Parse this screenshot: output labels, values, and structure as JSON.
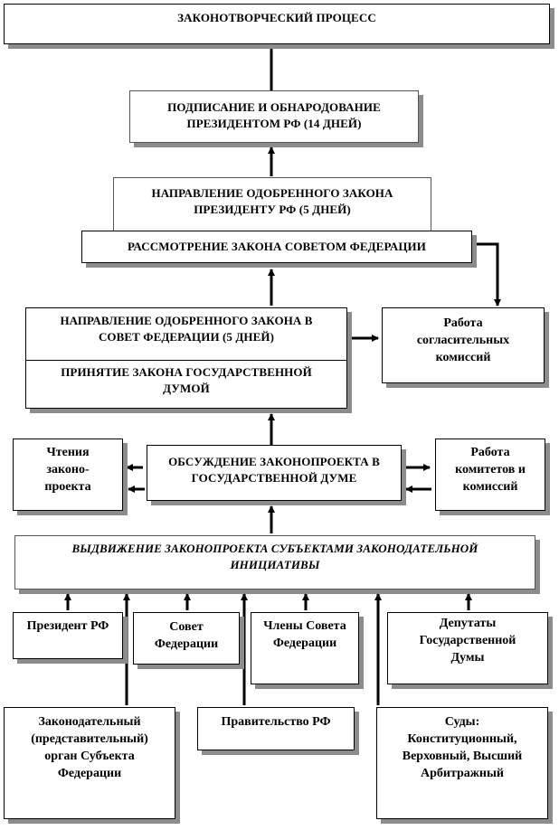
{
  "title": "ЗАКОНОТВОРЧЕСКИЙ  ПРОЦЕСС",
  "stages": {
    "signing": "ПОДПИСАНИЕ И ОБНАРОДОВАНИЕ\nПРЕЗИДЕНТОМ РФ (14 ДНЕЙ)",
    "send_to_president": "НАПРАВЛЕНИЕ  ОДОБРЕННОГО ЗАКОНА\nПРЕЗИДЕНТУ  РФ (5 ДНЕЙ)",
    "federation_council_review": "РАССМОТРЕНИЕ  ЗАКОНА СОВЕТОМ ФЕДЕРАЦИИ",
    "send_to_council": "НАПРАВЛЕНИЕ  ОДОБРЕННОГО ЗАКОНА В\nСОВЕТ ФЕДЕРАЦИИ  (5 ДНЕЙ)",
    "duma_adoption": "ПРИНЯТИЕ  ЗАКОНА ГОСУДАРСТВЕННОЙ\nДУМОЙ",
    "conciliation": "Работа\nсогласительных\nкомиссий",
    "discussion": "ОБСУЖДЕНИЕ  ЗАКОНОПРОЕКТА В\nГОСУДАРСТВЕННОЙ  ДУМЕ",
    "readings": "Чтения\nзаконо-\nпроекта",
    "committees": "Работа\nкомитетов и\nкомиссий",
    "initiative": "ВЫДВИЖЕНИЕ ЗАКОНОПРОЕКТА СУБЪЕКТАМИ ЗАКОНОДАТЕЛЬНОЙ\nИНИЦИАТИВЫ"
  },
  "subjects": {
    "president": "Президент РФ",
    "federation_council": "Совет\nФедерации",
    "council_members": "Члены Совета\nФедерации",
    "duma_deputies": "Депутаты\nГосударственной\nДумы",
    "regional_legislature": "Законодательный\n(представительный)\nорган Субъекта\nФедерации",
    "government": "Правительство РФ",
    "courts": "Суды:\nКонституционный,\nВерховный, Высший\nАрбитражный"
  }
}
